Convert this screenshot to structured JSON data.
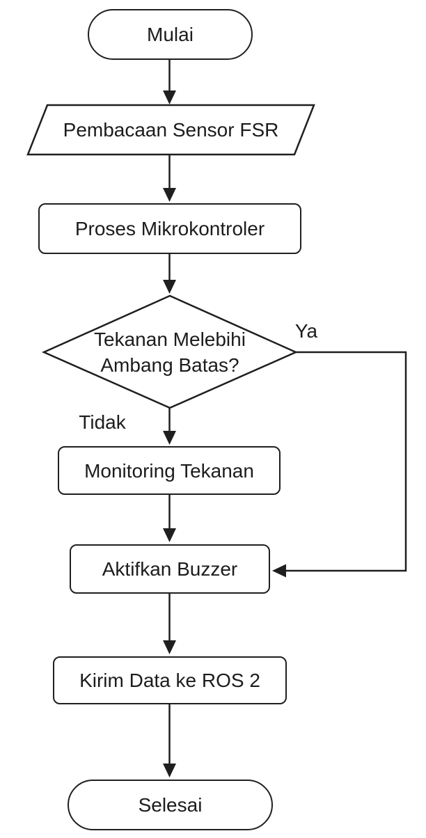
{
  "diagram": {
    "type": "flowchart",
    "nodes": {
      "start": {
        "type": "terminator",
        "label": "Mulai"
      },
      "input": {
        "type": "parallelogram",
        "label": "Pembacaan Sensor FSR"
      },
      "process": {
        "type": "process",
        "label": "Proses Mikrokontroler"
      },
      "decision": {
        "type": "decision",
        "label": "Tekanan Melebihi Ambang Batas?",
        "lines": [
          "Tekanan Melebihi",
          "Ambang Batas?"
        ]
      },
      "monitoring": {
        "type": "process",
        "label": "Monitoring Tekanan"
      },
      "buzzer": {
        "type": "process",
        "label": "Aktifkan Buzzer"
      },
      "send": {
        "type": "process",
        "label": "Kirim Data ke ROS 2"
      },
      "end": {
        "type": "terminator",
        "label": "Selesai"
      }
    },
    "edge_labels": {
      "yes": "Ya",
      "no": "Tidak"
    },
    "flow": [
      "start -> input",
      "input -> process",
      "process -> decision",
      "decision -Tidak-> monitoring",
      "decision -Ya-> buzzer",
      "monitoring -> buzzer",
      "buzzer -> send",
      "send -> end"
    ],
    "colors": {
      "stroke": "#1f1f1f",
      "text": "#1c1c1c",
      "fill": "#ffffff",
      "background": "#ffffff"
    }
  }
}
